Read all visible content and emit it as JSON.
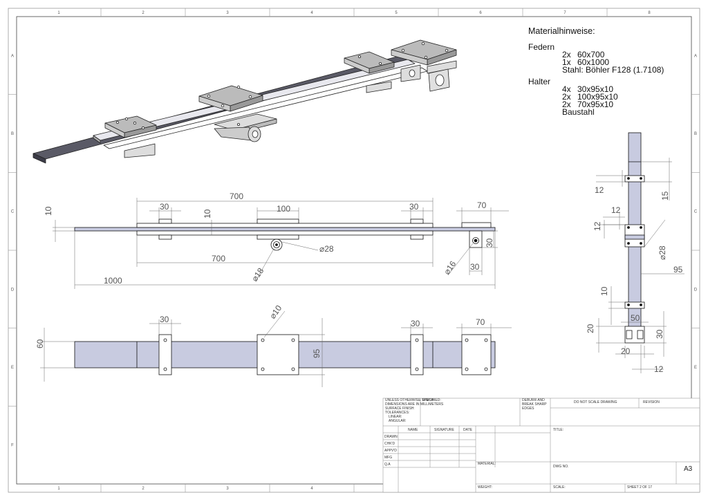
{
  "grid": {
    "columns": [
      "1",
      "2",
      "3",
      "4",
      "5",
      "6",
      "7",
      "8"
    ],
    "rows": [
      "A",
      "B",
      "C",
      "D",
      "E",
      "F"
    ]
  },
  "notes": {
    "title": "Materialhinweise:",
    "springs_heading": "Federn",
    "springs": [
      {
        "qty": "2x",
        "spec": "60x700"
      },
      {
        "qty": "1x",
        "spec": "60x1000"
      }
    ],
    "springs_material": "Stahl: Böhler F128 (1.7108)",
    "holders_heading": "Halter",
    "holders": [
      {
        "qty": "4x",
        "spec": "30x95x10"
      },
      {
        "qty": "2x",
        "spec": "100x95x10"
      },
      {
        "qty": "2x",
        "spec": "70x95x10"
      }
    ],
    "holders_material": "Baustahl"
  },
  "front_view": {
    "dims": {
      "d700_top": "700",
      "d30_left": "30",
      "d100": "100",
      "d30_right": "30",
      "d70": "70",
      "d10_left": "10",
      "d10_mid": "10",
      "d28": "⌀28",
      "d700_bottom": "700",
      "d1000": "1000",
      "d18": "⌀18",
      "d16": "⌀16",
      "d30_vert": "30",
      "d30_bottom": "30"
    }
  },
  "top_view": {
    "dims": {
      "d30_left": "30",
      "d10": "⌀10",
      "d30_right": "30",
      "d70": "70",
      "d60": "60",
      "d95": "95"
    }
  },
  "side_view": {
    "dims": {
      "d12_a": "12",
      "d15": "15",
      "d12_b": "12",
      "d12_c": "12",
      "d28": "⌀28",
      "d95": "95",
      "d10": "10",
      "d50": "50",
      "d20_left": "20",
      "d30": "30",
      "d20_bottom": "20",
      "d12_bottom": "12"
    }
  },
  "title_block": {
    "unless": "UNLESS OTHERWISE SPECIFIED:",
    "dims_in_mm": "DIMENSIONS ARE IN MILLIMETERS",
    "surface": "SURFACE FINISH:",
    "tolerances": "TOLERANCES:",
    "linear": "LINEAR:",
    "angular": "ANGULAR:",
    "finish": "FINISH:",
    "deburr": "DEBURR AND",
    "break_sharp": "BREAK SHARP",
    "edges": "EDGES",
    "do_not_scale": "DO NOT SCALE DRAWING",
    "revision": "REVISION",
    "col_name": "NAME",
    "col_signature": "SIGNATURE",
    "col_date": "DATE",
    "title": "TITLE:",
    "drawn": "DRAWN",
    "chkd": "CHK'D",
    "appvd": "APPV'D",
    "mfg": "MFG",
    "qa": "Q.A",
    "material": "MATERIAL:",
    "dwg_no": "DWG NO.",
    "size": "A3",
    "weight": "WEIGHT:",
    "scale": "SCALE:",
    "sheet": "SHEET 2 OF 17"
  },
  "colors": {
    "plate_dark": "#5a5a66",
    "plate_light": "#c8cbe0",
    "line": "#111111",
    "dim": "#555555"
  }
}
